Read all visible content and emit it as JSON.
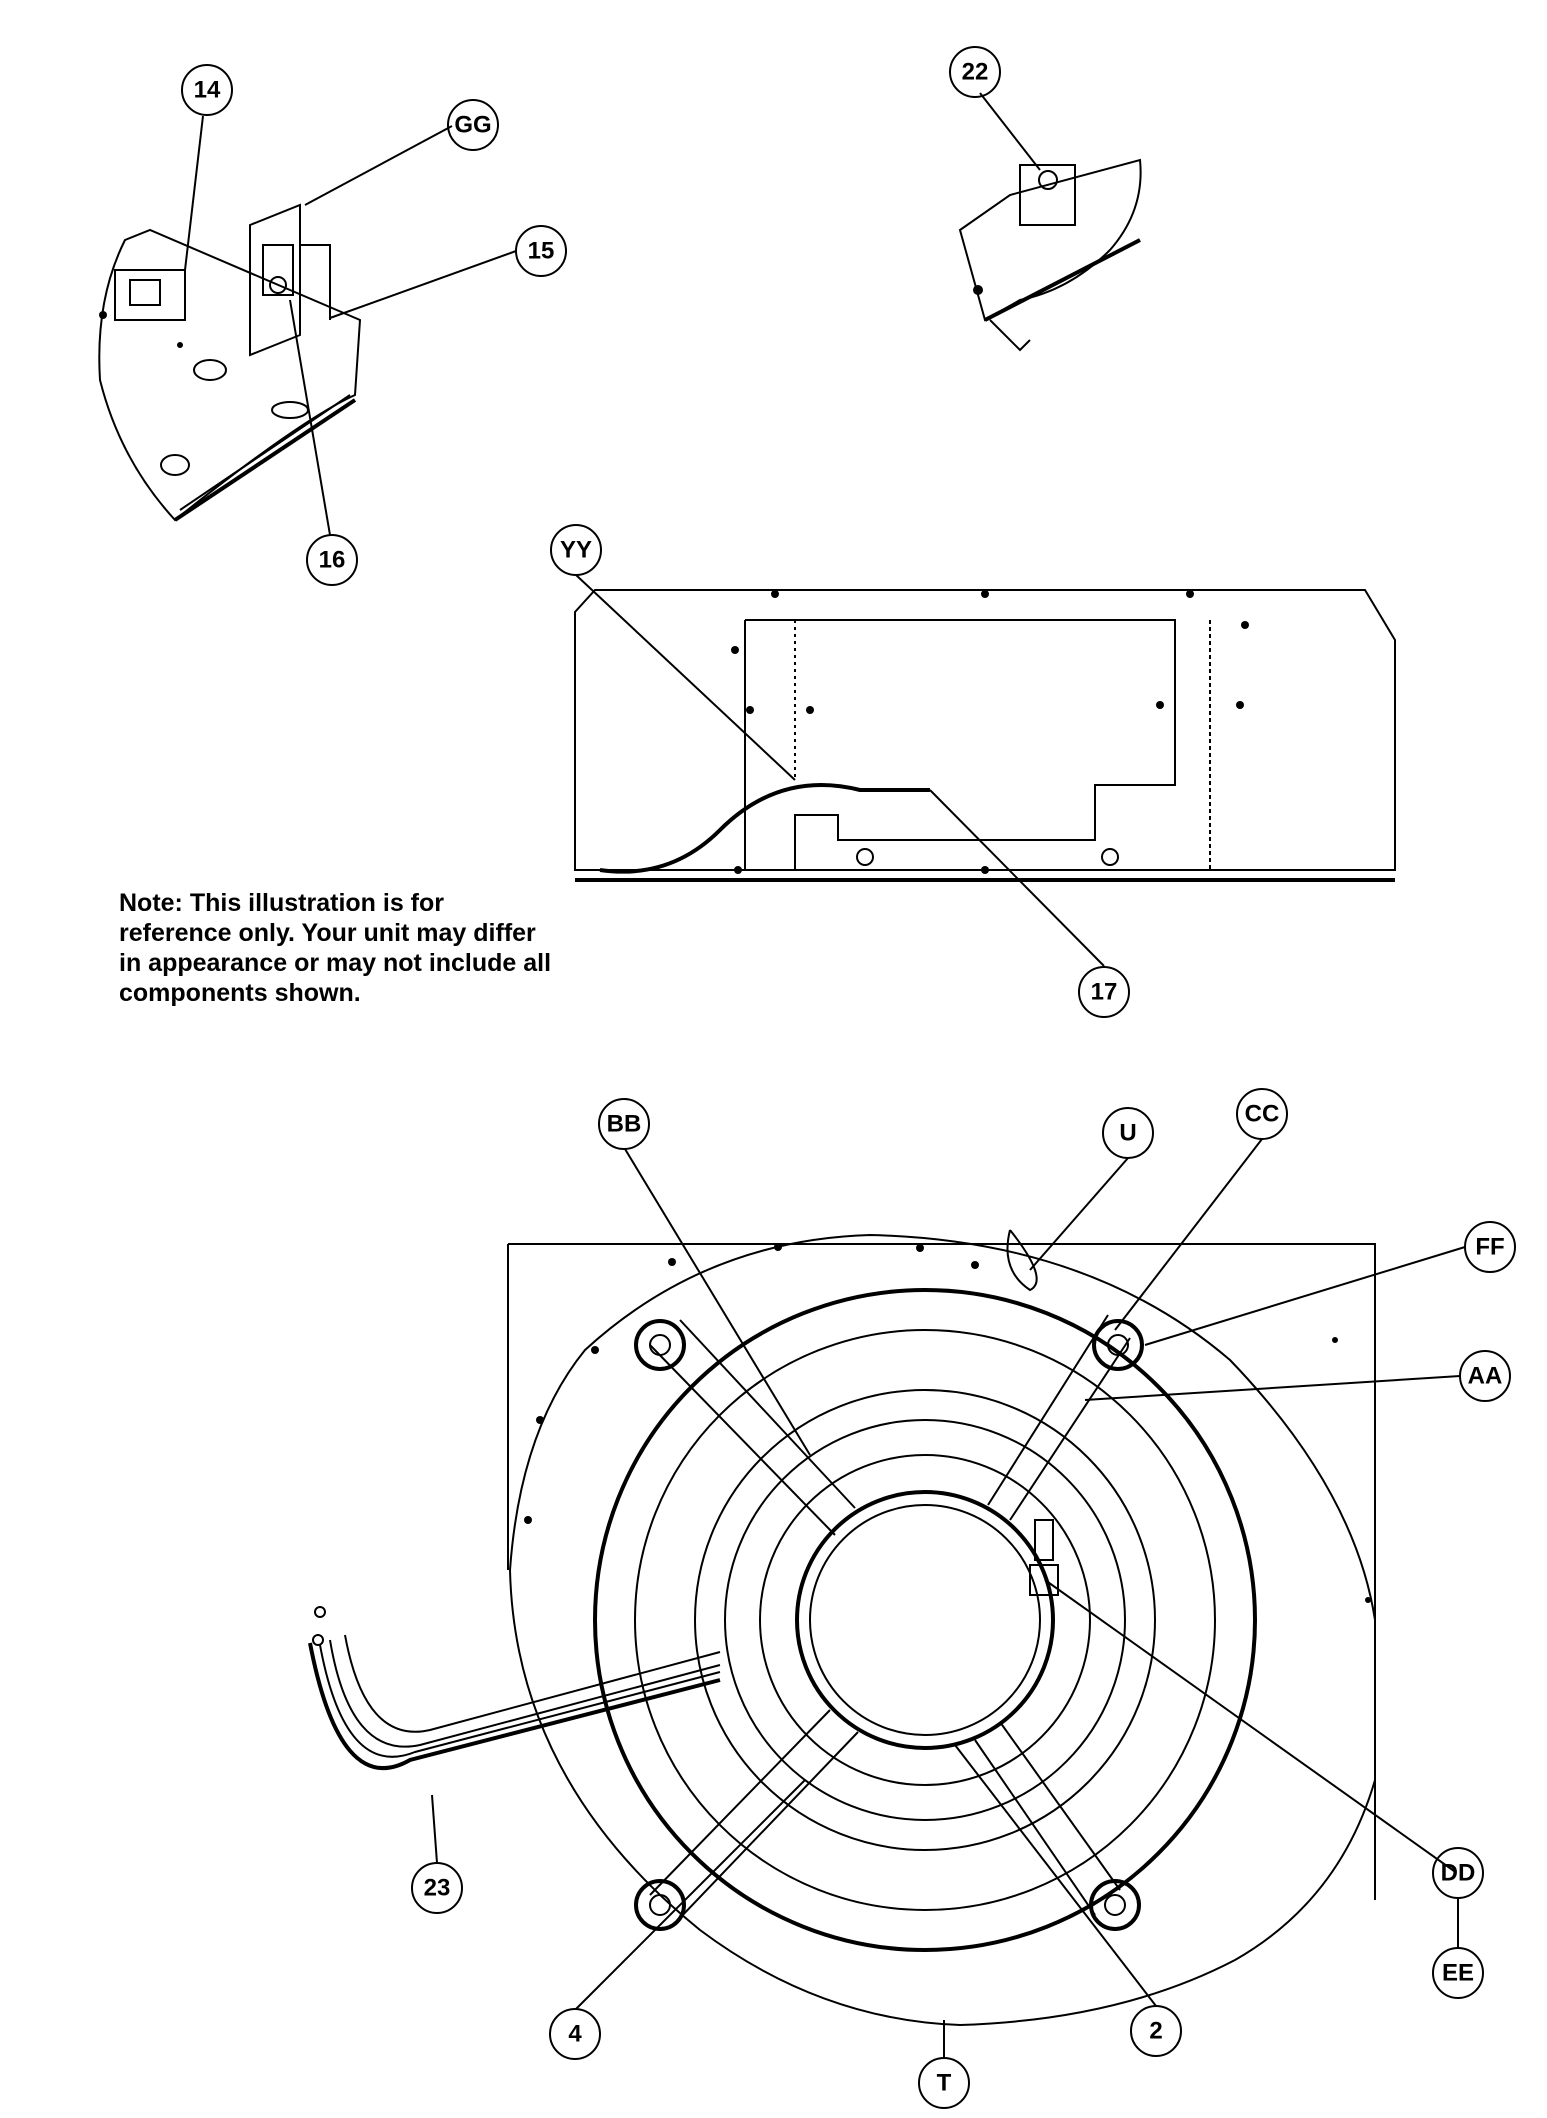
{
  "note": "Note: This illustration is for reference only. Your unit may differ in appearance or may not include all components shown.",
  "callouts": {
    "c14": "14",
    "cGG": "GG",
    "c15": "15",
    "c16": "16",
    "c22": "22",
    "cYY": "YY",
    "c17": "17",
    "cBB": "BB",
    "cU": "U",
    "cCC": "CC",
    "cFF": "FF",
    "cAA": "AA",
    "cDD": "DD",
    "cEE": "EE",
    "c23": "23",
    "c4": "4",
    "c2": "2",
    "cT": "T"
  }
}
